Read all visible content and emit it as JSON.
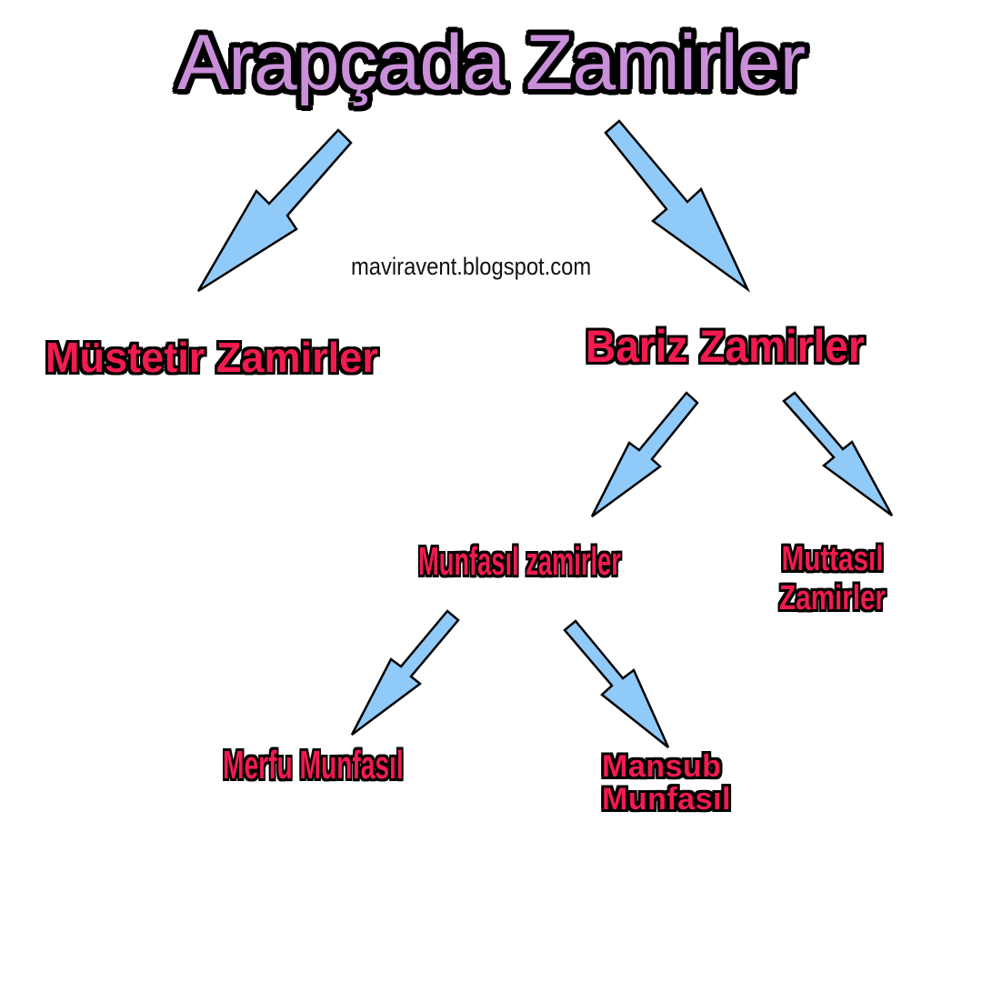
{
  "diagram": {
    "title": "Arapçada Zamirler",
    "watermark": "maviravent.blogspot.com",
    "nodes": {
      "mustetir": "Müstetir Zamirler",
      "bariz": "Bariz Zamirler",
      "munfasil": "Munfasıl zamirler",
      "muttasil_line1": "Muttasıl",
      "muttasil_line2": "Zamirler",
      "merfu": "Merfu Munfasıl",
      "mansub_line1": "Mansub",
      "mansub_line2": "Munfasıl"
    },
    "edges": [
      {
        "from": "Arapçada Zamirler",
        "to": "Müstetir Zamirler"
      },
      {
        "from": "Arapçada Zamirler",
        "to": "Bariz Zamirler"
      },
      {
        "from": "Bariz Zamirler",
        "to": "Munfasıl zamirler"
      },
      {
        "from": "Bariz Zamirler",
        "to": "Muttasıl Zamirler"
      },
      {
        "from": "Munfasıl zamirler",
        "to": "Merfu Munfasıl"
      },
      {
        "from": "Munfasıl zamirler",
        "to": "Mansub Munfasıl"
      }
    ],
    "colors": {
      "title_fill": "#c98fd9",
      "node_fill": "#f21b4f",
      "outline": "#000000",
      "arrow_fill": "#90caf9",
      "background": "#ffffff"
    }
  }
}
